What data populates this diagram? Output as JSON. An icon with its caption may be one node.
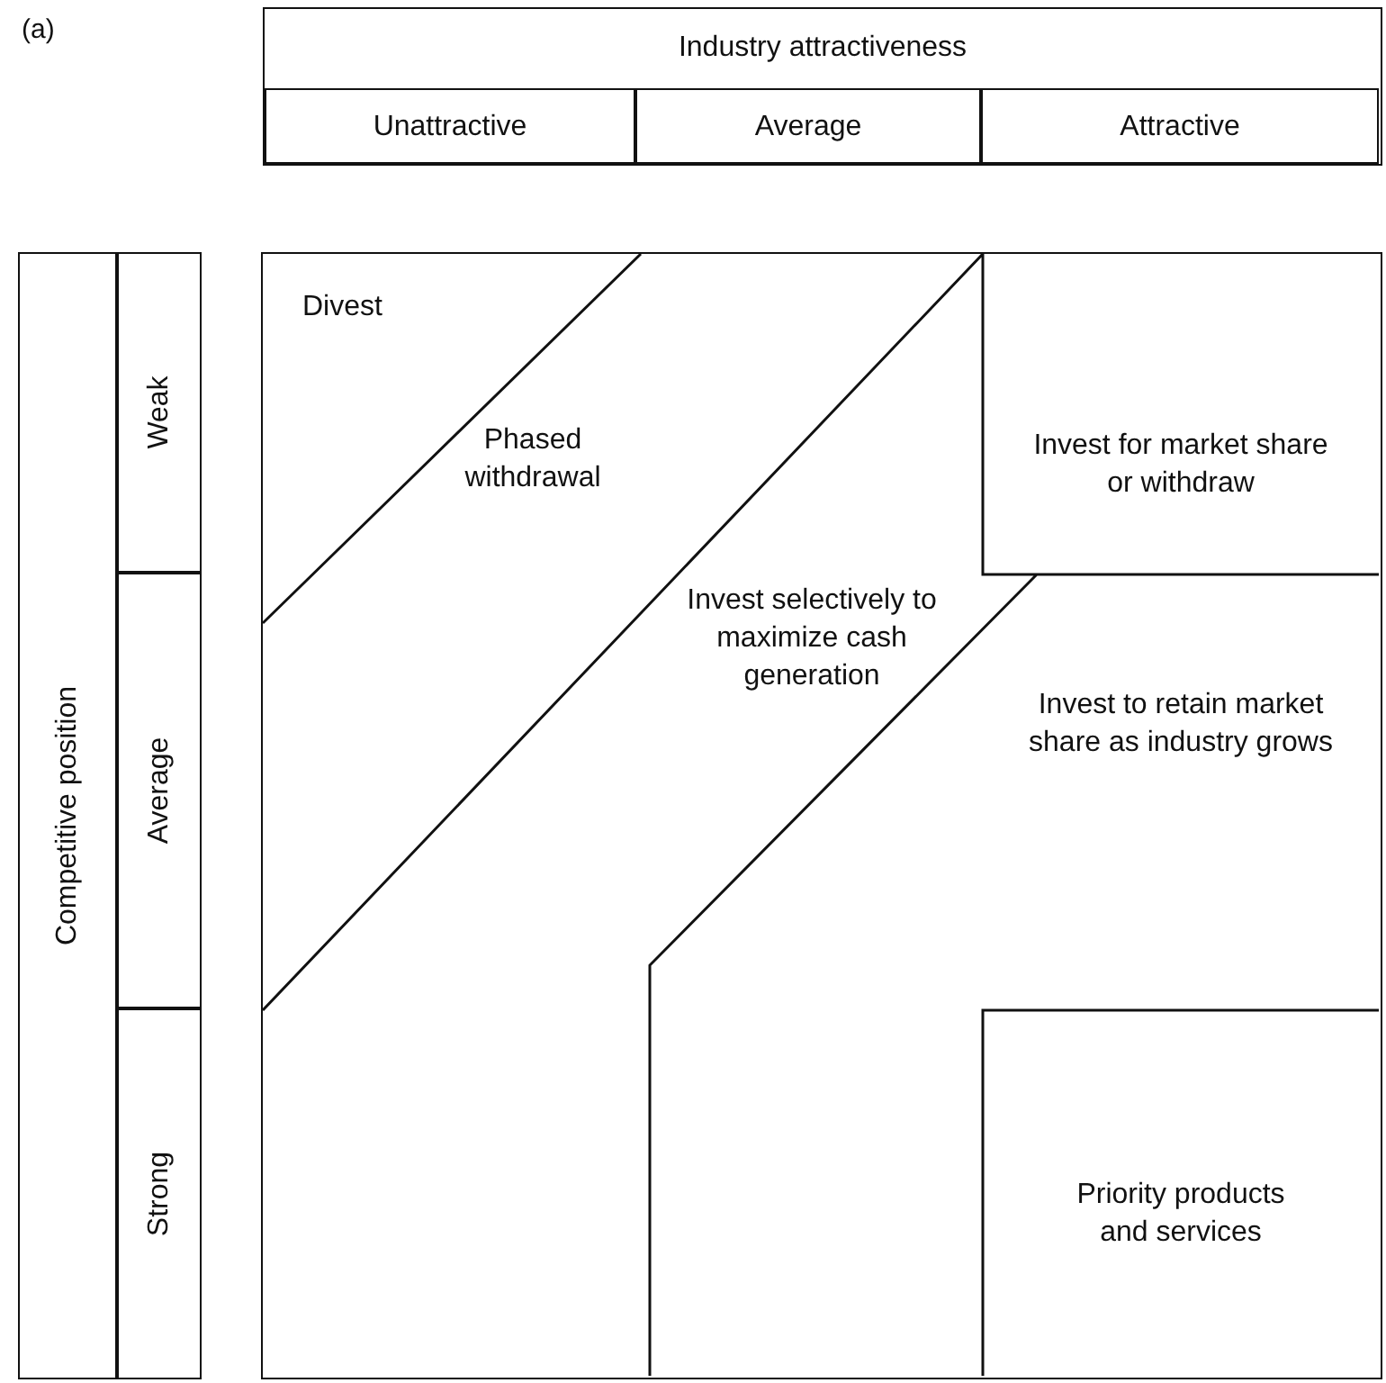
{
  "diagram": {
    "nodes": [
      {
        "text": [
          "Industry attractiveness"
        ]
      },
      {
        "text": [
          "Unattractive"
        ],
        "in": 0
      },
      {
        "text": [
          "Average"
        ],
        "in": 0
      },
      {
        "text": [
          "Attractive"
        ],
        "in": 0
      },
      {
        "text": [
          "Competitive position"
        ]
      },
      {
        "text": [
          "Weak"
        ]
      },
      {
        "text": [
          "Average"
        ]
      },
      {
        "text": [
          "Strong"
        ]
      },
      {
        "text": [],
        "shape": "box"
      },
      {
        "text": [
          "Divest"
        ],
        "in": 8
      },
      {
        "text": [
          "Phased withdrawal"
        ],
        "in": 8
      },
      {
        "text": [
          "Invest selectively to maximize cash generation"
        ],
        "in": 8
      },
      {
        "text": [
          "Invest for market share or withdraw"
        ],
        "in": 8
      },
      {
        "text": [
          "Invest to retain market share as industry grows"
        ],
        "in": 8
      },
      {
        "text": [
          "Priority products and services"
        ],
        "in": 8
      }
    ],
    "edges": [],
    "labels": [
      "(a)"
    ]
  }
}
